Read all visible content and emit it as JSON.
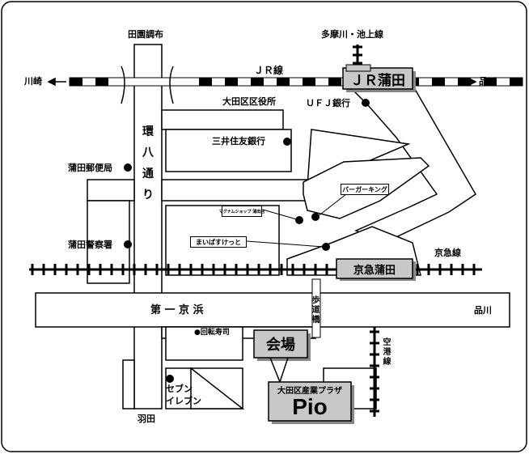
{
  "colors": {
    "road_fill": "#ffffff",
    "outline": "#000000",
    "station_fill": "#c8c8c8",
    "venue_fill": "#c8c8c8"
  },
  "labels": {
    "den_en_chofu": "田園調布",
    "tamagawa_ikegami_line": "多摩川・池上線",
    "kawasaki": "川崎",
    "jr_line": "ＪＲ線",
    "jr_kamata": "ＪＲ蒲田",
    "shinagawa_top": "品川",
    "ota_ward_office": "大田区区役所",
    "ufj_bank": "ＵＦＪ銀行",
    "kanpachi_dori": "環八通り",
    "mitsui_sumitomo_bank": "三井住友銀行",
    "kamata_post_office": "蒲田郵便局",
    "burger_king": "バーガーキング",
    "magnum_shop": "マグナムショップ 蒲田店",
    "maineso_getto": "まいばすけっと",
    "kamata_police": "蒲田警察署",
    "keikyu_line": "京急線",
    "keikyu_kamata": "京急蒲田",
    "daiichi_keihin": "第 一 京 浜",
    "footbridge": "歩道橋",
    "shinagawa_bottom": "品川",
    "kaiten_sushi": "●回転寿司",
    "venue": "会場",
    "airport_line": "空港線",
    "seven_eleven_1": "セブン",
    "seven_eleven_2": "イレブン",
    "pio_subtitle": "大田区産業プラザ",
    "pio_name": "Pio",
    "haneda": "羽田"
  },
  "icons": {
    "arrow_left": "arrow-left-icon",
    "arrow_right": "arrow-right-icon",
    "landmark_dot": "dot-marker-icon"
  }
}
